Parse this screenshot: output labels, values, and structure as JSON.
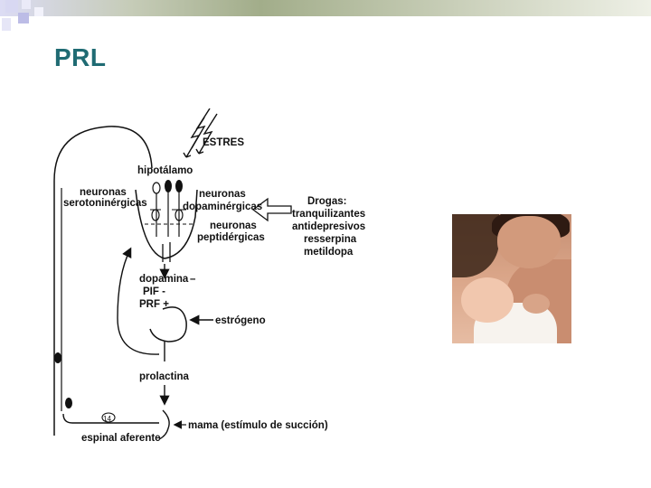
{
  "slide": {
    "title": "PRL"
  },
  "diagram": {
    "estres": "ESTRES",
    "hipotalamo": "hipotálamo",
    "neuronas_serotoninergicas_1": "neuronas",
    "neuronas_serotoninergicas_2": "serotoninérgicas",
    "neuronas_dopaminergicas_1": "neuronas",
    "neuronas_dopaminergicas_2": "dopaminérgicas",
    "neuronas_peptidergicas_1": "neuronas",
    "neuronas_peptidergicas_2": "peptidérgicas",
    "drogas_title": "Drogas:",
    "drogas_items": [
      "tranquilizantes",
      "antidepresivos",
      "resserpina",
      "metildopa"
    ],
    "dopamina": "dopamina",
    "dopamina_sign": "–",
    "pif": "PIF -",
    "prf": "PRF +",
    "estrogeno": "estrógeno",
    "prolactina": "prolactina",
    "mama": "mama (estímulo de succión)",
    "espinal_aferente": "espinal aferente",
    "node_label": "14"
  },
  "photo": {
    "icon": "mother-breastfeeding-photo"
  }
}
